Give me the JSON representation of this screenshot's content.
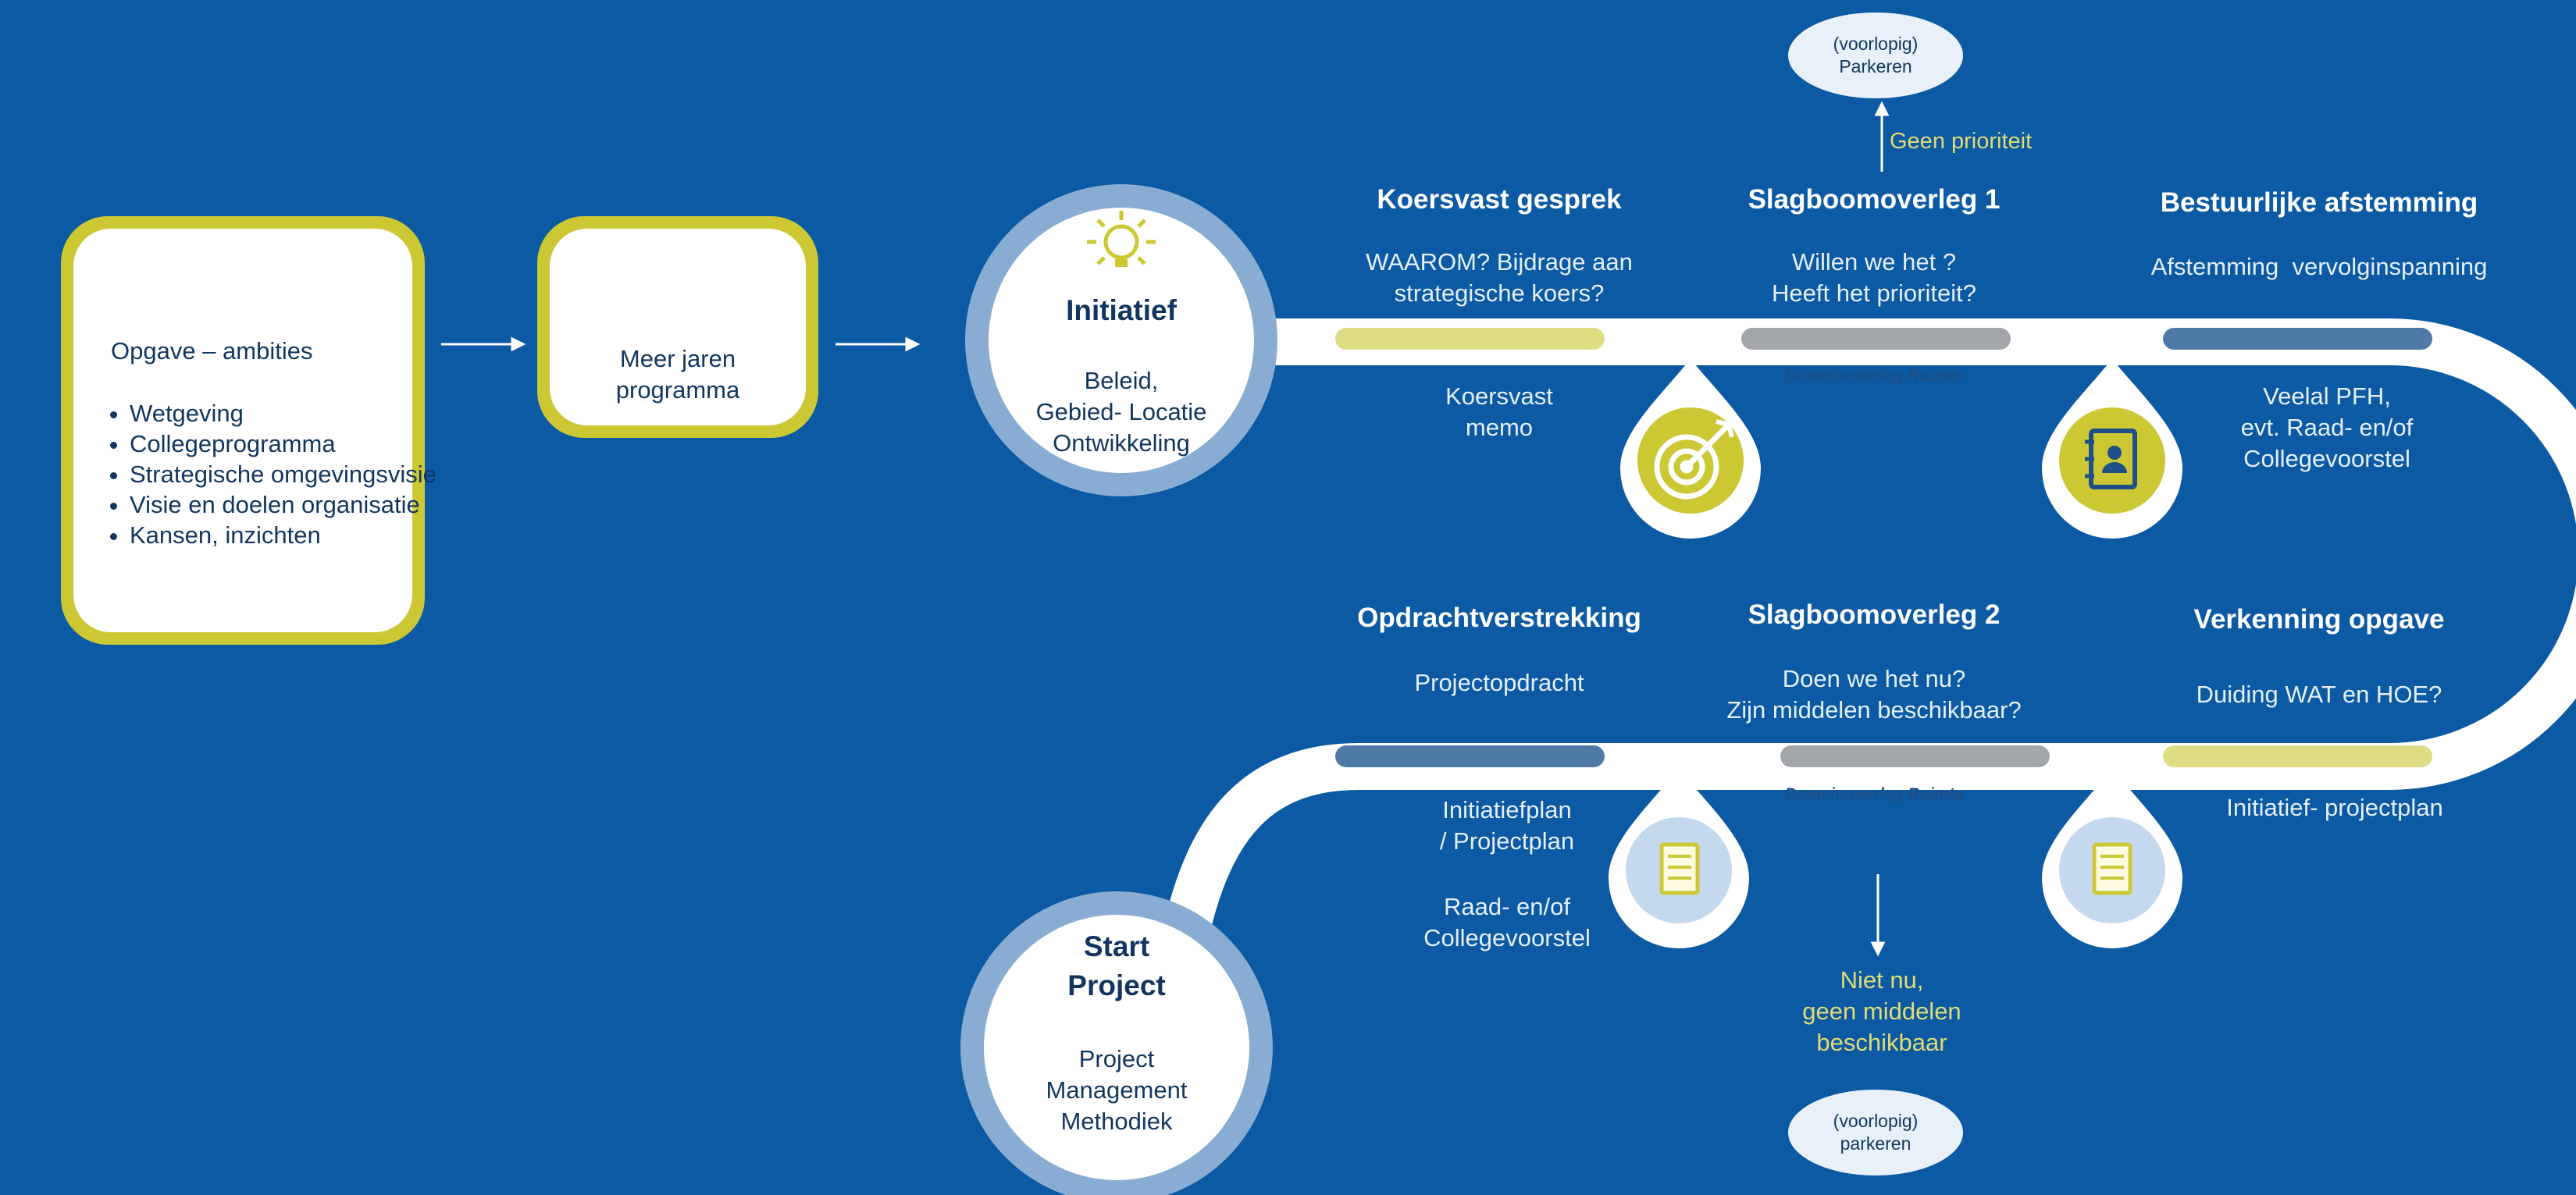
{
  "opgave": {
    "title": "Opgave  –  ambities",
    "icon": "map-icon",
    "items": [
      "Wetgeving",
      "Collegeprogramma",
      "Strategische omgevingsvisie",
      "Visie en doelen organisatie",
      "Kansen, inzichten"
    ]
  },
  "meerjaren": {
    "label_1": "Meer jaren",
    "label_2": "programma",
    "icon": "gantt-chart-icon"
  },
  "initiatief": {
    "title": "Initiatief",
    "line_1": "Beleid,",
    "line_2": "Gebied- Locatie",
    "line_3": "Ontwikkeling",
    "icon": "lightbulb-icon"
  },
  "start_project": {
    "title_1": "Start",
    "title_2": "Project",
    "line_1": "Project",
    "line_2": "Management",
    "line_3": "Methodiek"
  },
  "steps": {
    "koersvast": {
      "title": "Koersvast gesprek",
      "q1": "WAAROM? Bijdrage aan",
      "q2": "strategische koers?",
      "out1": "Koersvast",
      "out2": "memo",
      "icon": "target-icon"
    },
    "slagboom1": {
      "title": "Slagboomoverleg 1",
      "q1": "Willen we het ?",
      "q2": "Heeft het prioriteit?",
      "sub": "Domeinoverleg Ruimte",
      "branch": "Geen prioriteit",
      "oval1": "(voorlopig)",
      "oval2": "Parkeren"
    },
    "bestuurlijk": {
      "title": "Bestuurlijke afstemming",
      "q1": "Afstemming  vervolginspanning",
      "out1": "Veelal PFH,",
      "out2": "evt. Raad- en/of",
      "out3": "Collegevoorstel",
      "icon": "contact-book-icon"
    },
    "verkenning": {
      "title": "Verkenning opgave",
      "q1": "Duiding WAT en HOE?",
      "out1": "Initiatief- projectplan",
      "icon": "checklist-icon"
    },
    "slagboom2": {
      "title": "Slagboomoverleg 2",
      "q1": "Doen we het nu?",
      "q2": "Zijn middelen beschikbaar?",
      "sub": "Domeinoverleg Ruimte",
      "branch1": "Niet nu,",
      "branch2": "geen middelen",
      "branch3": "beschikbaar",
      "oval1": "(voorlopig)",
      "oval2": "parkeren"
    },
    "opdracht": {
      "title": "Opdrachtverstrekking",
      "q1": "Projectopdracht",
      "out1": "Initiatiefplan",
      "out2": "/ Projectplan",
      "out3": "Raad- en/of",
      "out4": "Collegevoorstel",
      "icon": "checklist-icon"
    }
  },
  "colors": {
    "background": "#0b5aa3",
    "accent_yellow": "#cbc834",
    "road": "#ffffff",
    "bar_grey": "#a3a6ab",
    "bar_blue": "#4f7aa8",
    "bar_yellow": "#dedd84"
  }
}
